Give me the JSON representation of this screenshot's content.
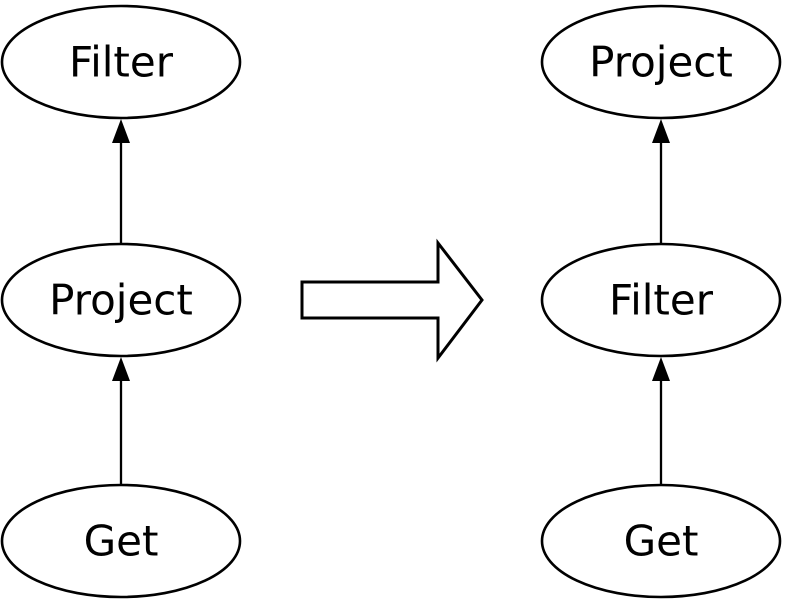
{
  "diagram": {
    "type": "query-plan-rewrite",
    "left_tree": {
      "nodes": [
        {
          "id": "left-top",
          "label": "Filter"
        },
        {
          "id": "left-middle",
          "label": "Project"
        },
        {
          "id": "left-bottom",
          "label": "Get"
        }
      ],
      "edges": [
        {
          "from": "left-bottom",
          "to": "left-middle",
          "direction": "up"
        },
        {
          "from": "left-middle",
          "to": "left-top",
          "direction": "up"
        }
      ]
    },
    "right_tree": {
      "nodes": [
        {
          "id": "right-top",
          "label": "Project"
        },
        {
          "id": "right-middle",
          "label": "Filter"
        },
        {
          "id": "right-bottom",
          "label": "Get"
        }
      ],
      "edges": [
        {
          "from": "right-bottom",
          "to": "right-middle",
          "direction": "up"
        },
        {
          "from": "right-middle",
          "to": "right-top",
          "direction": "up"
        }
      ]
    },
    "transform_arrow": {
      "direction": "right"
    },
    "colors": {
      "stroke": "#000000",
      "node_fill": "#ffffff",
      "background": "#ffffff"
    }
  }
}
